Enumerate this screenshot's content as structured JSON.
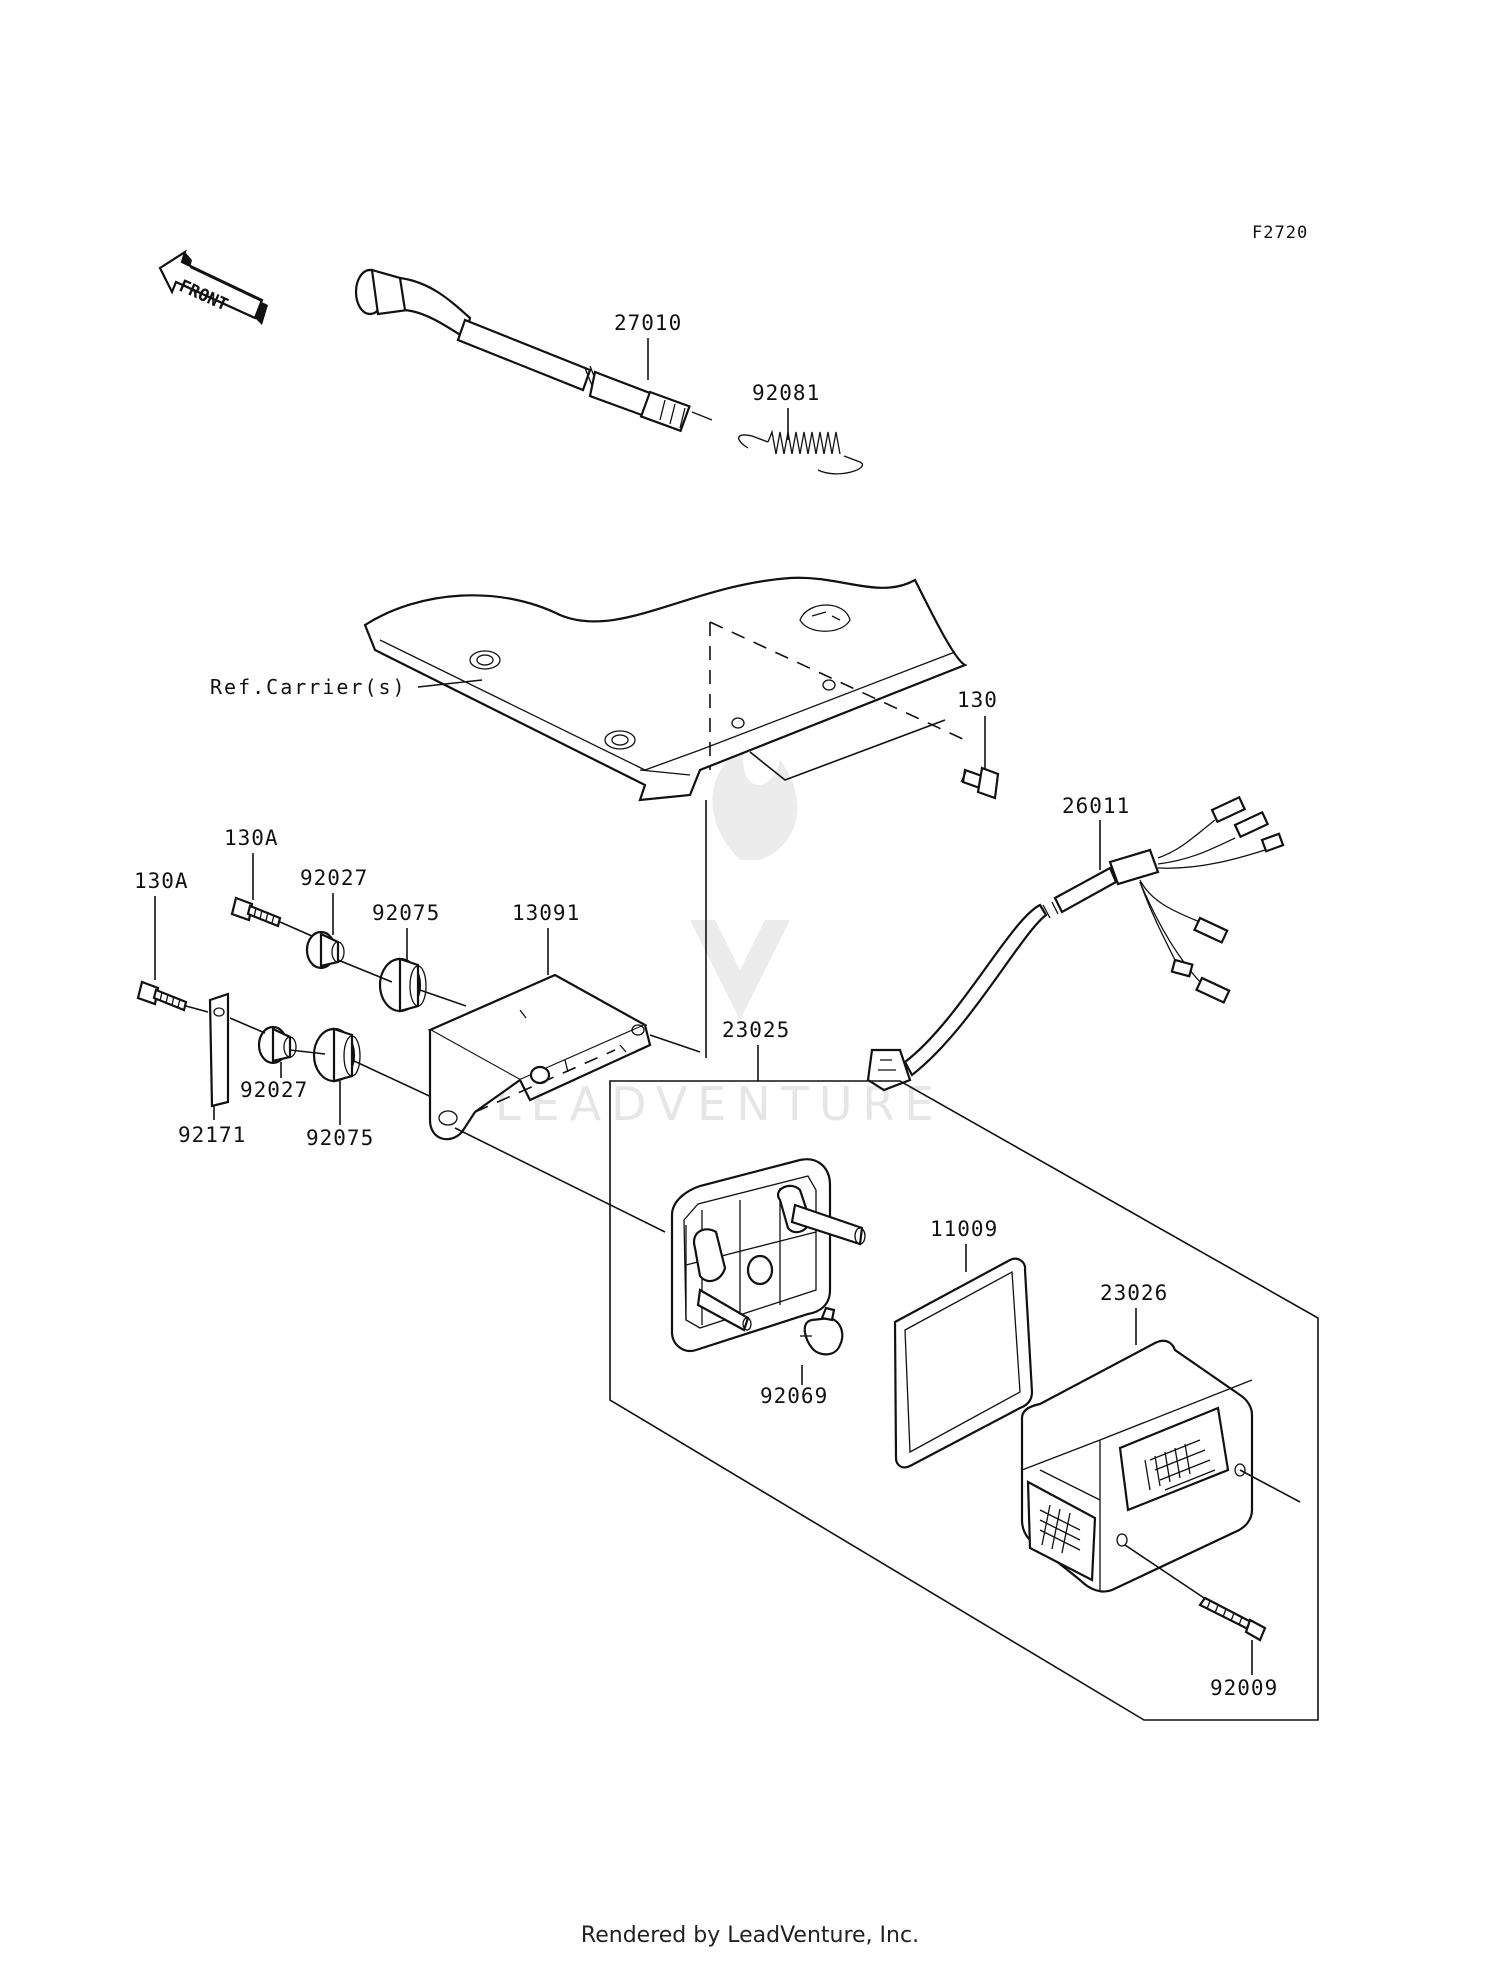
{
  "diagram": {
    "code": "F2720",
    "front_label": "FRONT",
    "reference_label": "Ref.Carrier(s)",
    "watermark": "LEADVENTURE",
    "parts": {
      "p27010": "27010",
      "p92081": "92081",
      "p130": "130",
      "p26011": "26011",
      "p130a_upper": "130A",
      "p130a_lower": "130A",
      "p92027_upper": "92027",
      "p92027_lower": "92027",
      "p92075_upper": "92075",
      "p92075_lower": "92075",
      "p13091": "13091",
      "p92171": "92171",
      "p23025": "23025",
      "p11009": "11009",
      "p23026": "23026",
      "p92069": "92069",
      "p92009": "92009"
    }
  },
  "footer": {
    "text": "Rendered by LeadVenture, Inc."
  }
}
